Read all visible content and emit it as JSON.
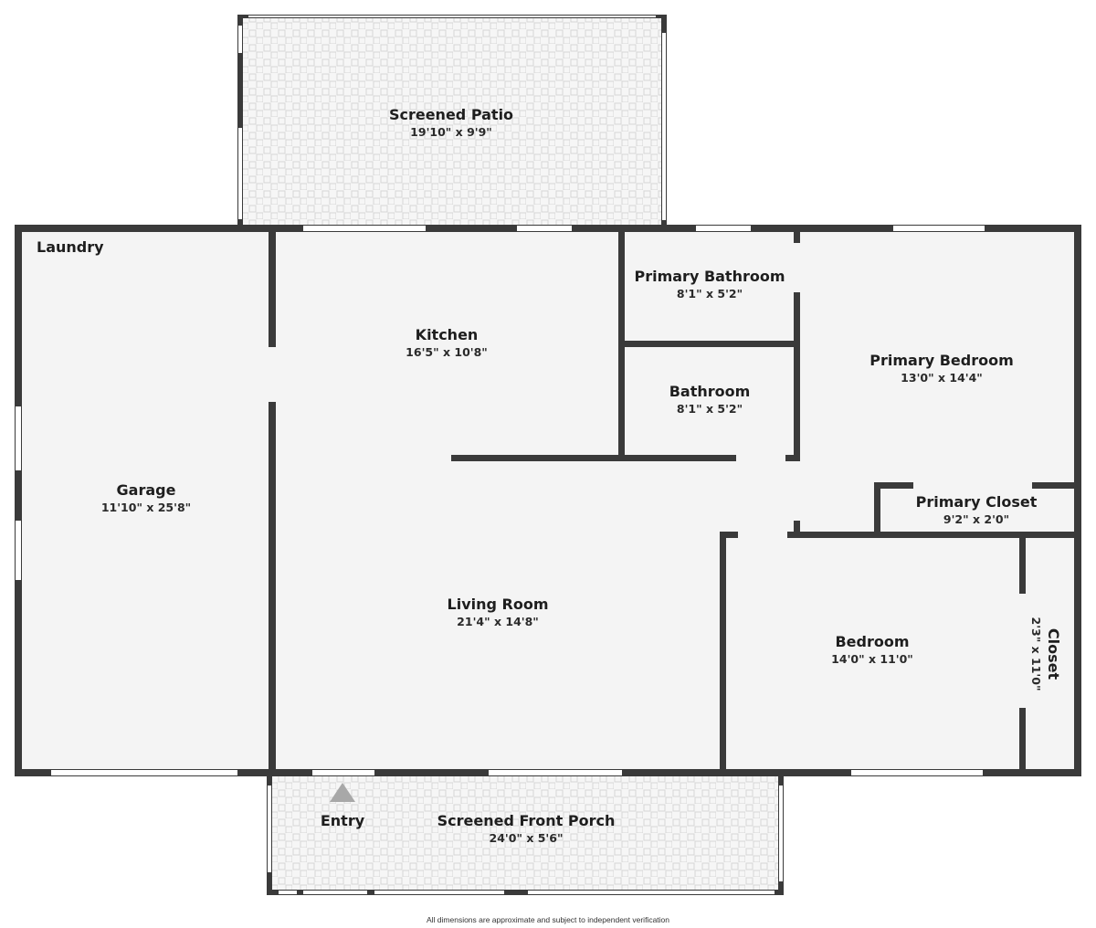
{
  "rooms": {
    "patio": {
      "name": "Screened Patio",
      "dim": "19'10\" x 9'9\""
    },
    "laundry": {
      "name": "Laundry"
    },
    "kitchen": {
      "name": "Kitchen",
      "dim": "16'5\" x 10'8\""
    },
    "primary_bathroom": {
      "name": "Primary Bathroom",
      "dim": "8'1\" x 5'2\""
    },
    "bathroom": {
      "name": "Bathroom",
      "dim": "8'1\" x 5'2\""
    },
    "primary_bedroom": {
      "name": "Primary Bedroom",
      "dim": "13'0\" x 14'4\""
    },
    "primary_closet": {
      "name": "Primary Closet",
      "dim": "9'2\" x 2'0\""
    },
    "garage": {
      "name": "Garage",
      "dim": "11'10\" x 25'8\""
    },
    "living_room": {
      "name": "Living Room",
      "dim": "21'4\" x 14'8\""
    },
    "bedroom": {
      "name": "Bedroom",
      "dim": "14'0\" x 11'0\""
    },
    "closet": {
      "name": "Closet",
      "dim": "2'3\" x 11'0\""
    },
    "entry": {
      "name": "Entry"
    },
    "porch": {
      "name": "Screened Front Porch",
      "dim": "24'0\" x 5'6\""
    }
  },
  "footer": "All dimensions are approximate and subject to independent verification",
  "colors": {
    "wall": "#3a3a3a",
    "floor": "#f4f4f4",
    "tile": "#dcdcdc",
    "entry_marker": "#a8a8a8"
  }
}
